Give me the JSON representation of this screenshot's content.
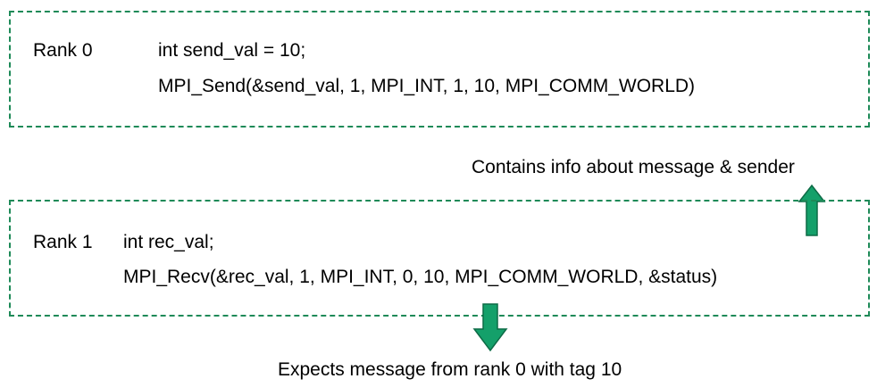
{
  "rank0": {
    "label": "Rank 0",
    "code_line1": "int send_val = 10;",
    "code_line2": "MPI_Send(&send_val, 1, MPI_INT, 1, 10, MPI_COMM_WORLD)"
  },
  "rank1": {
    "label": "Rank 1",
    "code_line1": "int rec_val;",
    "code_line2": "MPI_Recv(&rec_val, 1, MPI_INT, 0, 10, MPI_COMM_WORLD, &status)"
  },
  "annotations": {
    "status_note": "Contains info about message & sender",
    "recv_note": "Expects message from rank 0 with tag 10"
  },
  "colors": {
    "box_border": "#1e8a58",
    "arrow_fill": "#14a06a",
    "arrow_stroke": "#0d6b46"
  }
}
